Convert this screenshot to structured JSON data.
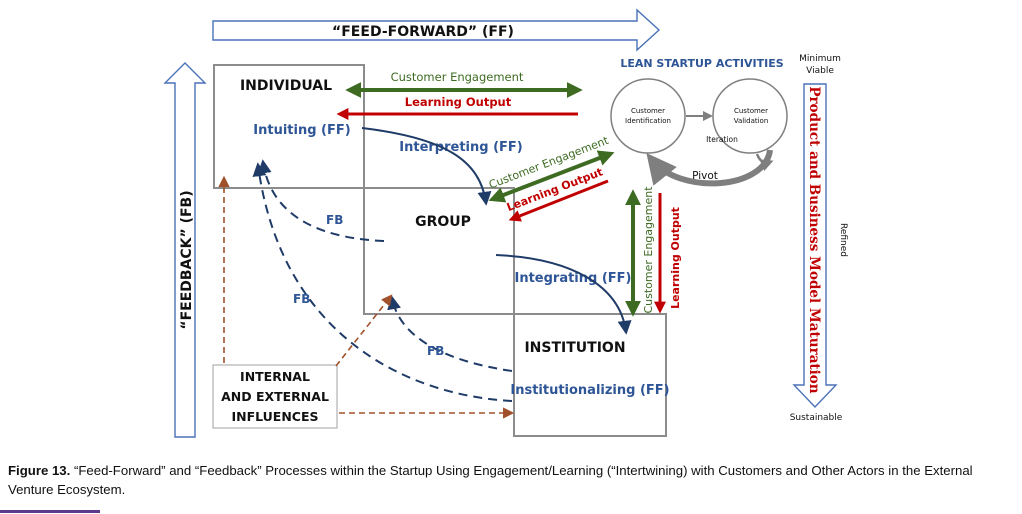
{
  "diagram": {
    "feed_forward_label": "“FEED-FORWARD” (FF)",
    "feedback_label": "“FEEDBACK” (FB)",
    "boxes": {
      "individual": "INDIVIDUAL",
      "group": "GROUP",
      "institution": "INSTITUTION",
      "influences": [
        "INTERNAL",
        "AND EXTERNAL",
        "INFLUENCES"
      ]
    },
    "processes": {
      "intuiting": "Intuiting (FF)",
      "interpreting": "Interpreting (FF)",
      "integrating": "Integrating (FF)",
      "institutionalizing": "Institutionalizing (FF)"
    },
    "fb_labels": [
      "FB",
      "FB",
      "FB"
    ],
    "customer_engagement": "Customer Engagement",
    "learning_output": "Learning Output",
    "lean": {
      "title": "LEAN STARTUP ACTIVITIES",
      "identification": [
        "Customer",
        "Identification"
      ],
      "validation": [
        "Customer",
        "Validation"
      ],
      "iteration": "Iteration",
      "pivot": "Pivot"
    },
    "maturation": {
      "top": [
        "Minimum",
        "Viable"
      ],
      "title": "Product and Business Model Maturation",
      "middle": "Refined",
      "bottom": "Sustainable"
    },
    "colors": {
      "blue_text": "#2e5596",
      "green": "#3d6b22",
      "red": "#c00000",
      "brown": "#a0502a",
      "navy": "#1f3b68"
    }
  },
  "caption": {
    "label": "Figure 13.",
    "text": " “Feed-Forward” and “Feedback” Processes within the Startup Using Engagement/Learning (“Intertwining) with Customers and Other Actors in the External Venture Ecosystem."
  }
}
